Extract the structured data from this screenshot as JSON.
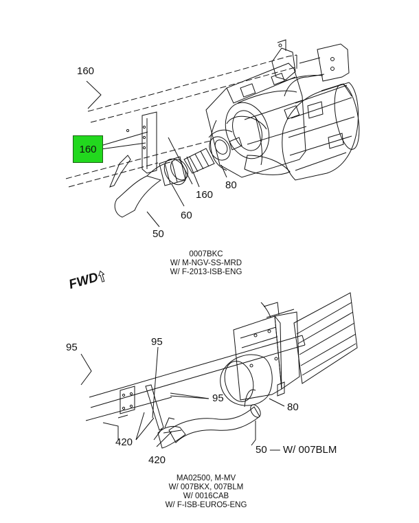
{
  "top_diagram": {
    "callouts": {
      "bracket_label": "160",
      "highlighted_label": "160",
      "lower_label": "160",
      "pipe_label": "80",
      "clamp_label": "60",
      "tail_label": "50"
    },
    "caption": {
      "line1": "0007BKC",
      "line2": "W/ M-NGV-SS-MRD",
      "line3": "W/ F-2013-ISB-ENG"
    }
  },
  "fwd_marker": {
    "text": "FWD"
  },
  "bottom_diagram": {
    "callouts": {
      "left_label": "95",
      "center_label": "95",
      "right_label": "95",
      "clamp_label": "80",
      "hanger_top_label": "420",
      "hanger_bottom_label": "420",
      "pipe_label": "50",
      "pipe_note": "— W/ 007BLM"
    },
    "caption": {
      "line1": "MA02500, M-MV",
      "line2": "W/ 007BKX, 007BLM",
      "line3": "W/ 0016CAB",
      "line4": "W/ F-ISB-EURO5-ENG"
    }
  },
  "colors": {
    "highlight": "#22d81e",
    "line": "#111111"
  }
}
